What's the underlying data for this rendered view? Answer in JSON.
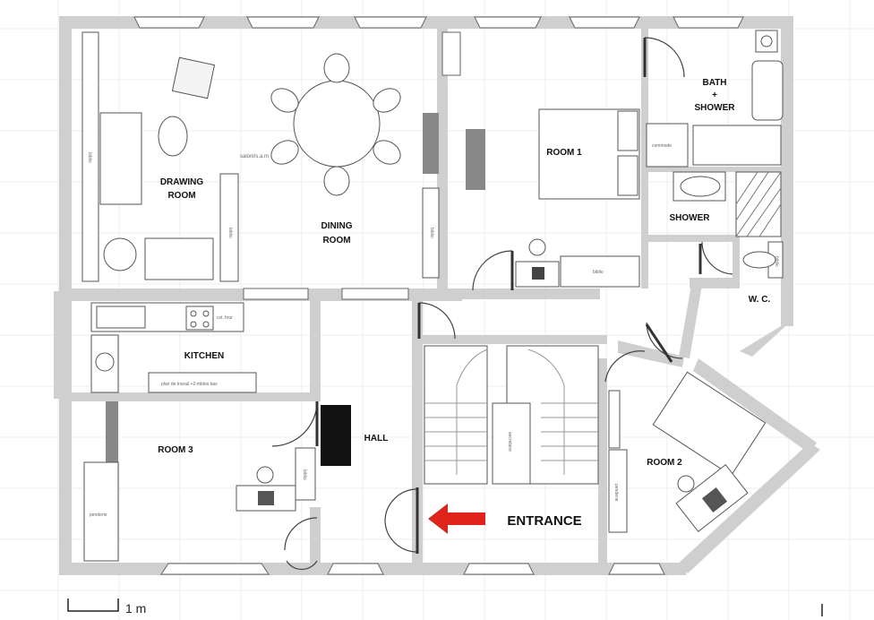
{
  "rooms": {
    "drawing_room": [
      "DRAWING",
      "ROOM"
    ],
    "dining_room": [
      "DINING",
      "ROOM"
    ],
    "room1": "ROOM 1",
    "bath": [
      "BATH",
      "+",
      "SHOWER"
    ],
    "shower": "SHOWER",
    "wc": "W. C.",
    "kitchen": "KITCHEN",
    "room3": "ROOM 3",
    "hall": "HALL",
    "room2": "ROOM  2",
    "entrance": "ENTRANCE"
  },
  "furniture_labels": {
    "biblio": "biblio",
    "commode": "commode",
    "col_four": "col. four",
    "worktop": "plan de travail +2-mbles bas",
    "penderie": "penderie",
    "secretaire": "secretaire",
    "wm": "saloni/s.a.m"
  },
  "scale": {
    "label": "1 m"
  },
  "colors": {
    "wall": "#cfcfcf",
    "arrow": "#e0241b",
    "grid": "#ececec"
  }
}
